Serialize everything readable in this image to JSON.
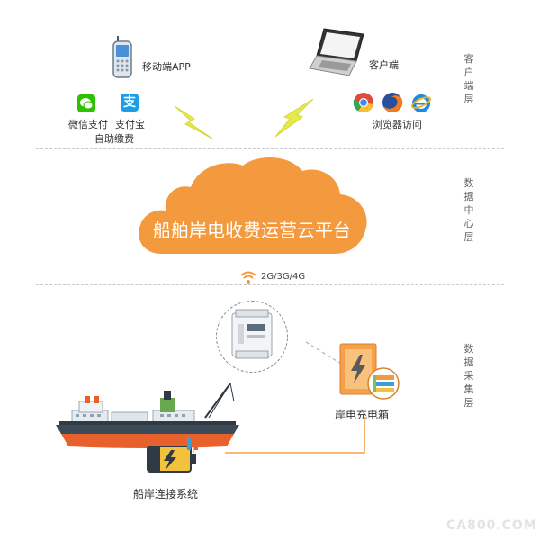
{
  "layers": {
    "client": "客户端层",
    "datacenter": "数据中心层",
    "acquisition": "数据采集层"
  },
  "client": {
    "mobile_app": "移动端APP",
    "pc_client": "客户端",
    "wechat_pay": "微信支付",
    "alipay": "支付宝",
    "alipay_glyph": "支",
    "self_pay": "自助缴费",
    "browser_access": "浏览器访问"
  },
  "cloud_title": "船舶岸电收费运营云平台",
  "network": "2G/3G/4G",
  "charging_box": "岸电充电箱",
  "ship_system": "船岸连接系统",
  "watermark": "CA800.COM",
  "colors": {
    "cloud": "#f29a3d",
    "orange_line": "#f5a04a",
    "lightning": "#e6e94a",
    "ship_hull": "#e8602c"
  }
}
